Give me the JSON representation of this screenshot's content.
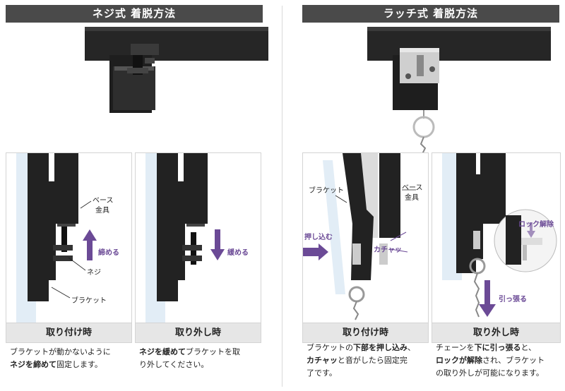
{
  "left": {
    "title": "ネジ式 着脱方法",
    "attach": {
      "caption": "取り付け時",
      "labels": {
        "base": "ベース",
        "base2": "金具",
        "screw": "ネジ",
        "bracket": "ブラケット",
        "tighten": "締める"
      },
      "desc_line1_pre": "ブラケットが動かないように",
      "desc_line2_bold": "ネジを締めて",
      "desc_line2_post": "固定します。"
    },
    "detach": {
      "caption": "取り外し時",
      "labels": {
        "loosen": "緩める"
      },
      "desc_line1_bold": "ネジを緩めて",
      "desc_line1_post": "ブラケットを取",
      "desc_line2": "り外してください。"
    }
  },
  "right": {
    "title": "ラッチ式 着脱方法",
    "attach": {
      "caption": "取り付け時",
      "labels": {
        "bracket": "ブラケット",
        "base": "ベース",
        "base2": "金具",
        "push": "押し込む",
        "click": "カチャッ"
      },
      "desc_line1_pre": "ブラケットの",
      "desc_line1_bold": "下部を押し込み",
      "desc_line1_post": "、",
      "desc_line2_bold": "カチャッ",
      "desc_line2_post": "と音がしたら固定完",
      "desc_line3": "了です。"
    },
    "detach": {
      "caption": "取り外し時",
      "labels": {
        "unlock": "ロック解除",
        "pull": "引っ張る"
      },
      "desc_line1_pre": "チェーンを",
      "desc_line1_bold": "下に引っ張る",
      "desc_line1_post": "と、",
      "desc_line2_bold": "ロックが解除",
      "desc_line2_post": "され、ブラケット",
      "desc_line3": "の取り外しが可能になります。"
    }
  },
  "colors": {
    "header_bg": "#4a4a4a",
    "caption_bg": "#e6e6e6",
    "accent": "#6b4a96",
    "metal": "#2a2a2a"
  }
}
